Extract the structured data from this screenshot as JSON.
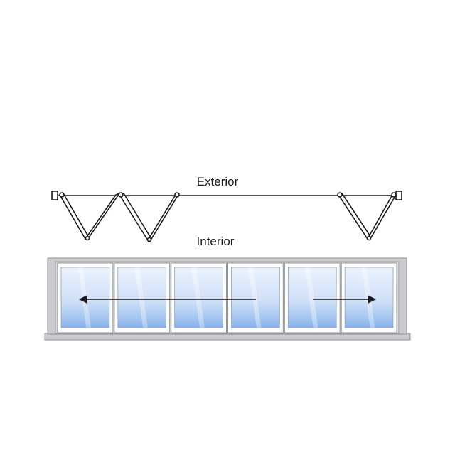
{
  "labels": {
    "top": "Exterior",
    "bottom": "Interior"
  },
  "plan_view": {
    "folded_panel_pairs": 3,
    "description_icon": "folding-panel-plan-icon"
  },
  "elevation": {
    "panel_count": 6,
    "arrows": [
      {
        "direction": "left"
      },
      {
        "direction": "right"
      }
    ]
  },
  "colors": {
    "frame": "#c9cbd0",
    "frame_dark": "#8e9196",
    "glass_light": "#e6f0fc",
    "glass_mid": "#b9d3f3",
    "glass_edge": "#7ea8e8",
    "line": "#1a1a1a",
    "panel_frame": "#ffffff"
  }
}
